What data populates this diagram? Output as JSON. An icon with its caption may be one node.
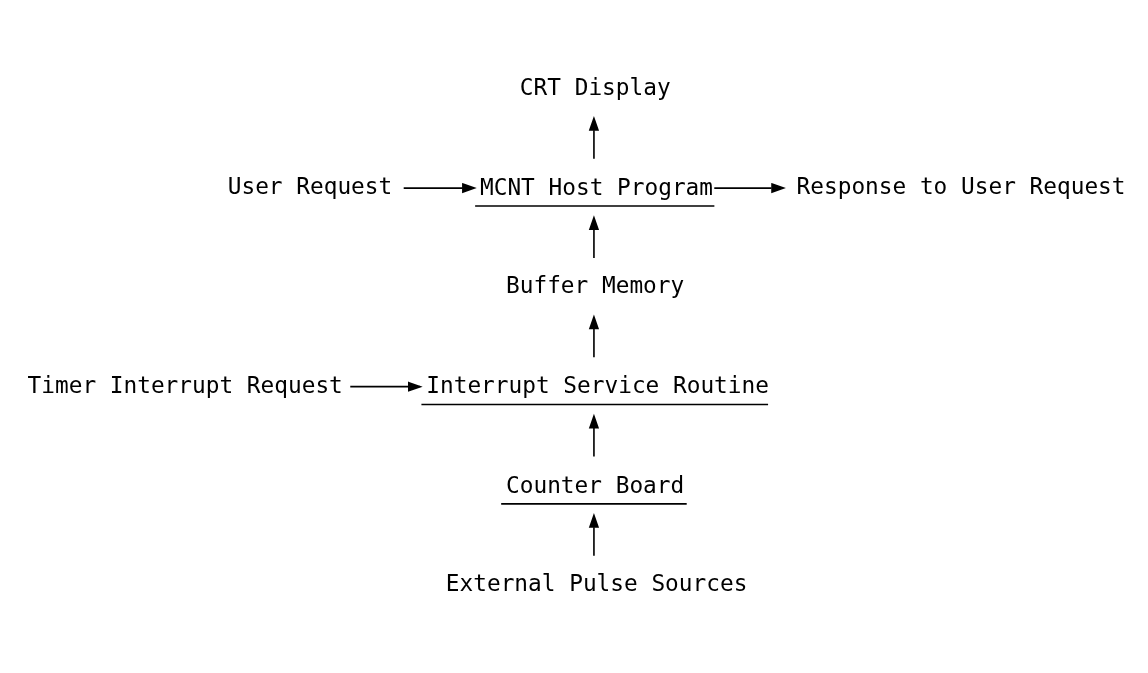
{
  "diagram": {
    "nodes": [
      {
        "text": [
          "CRT Display"
        ]
      },
      {
        "text": [
          "User Request"
        ]
      },
      {
        "text": [
          "MCNT Host Program"
        ]
      },
      {
        "text": [
          "Response to User Request"
        ]
      },
      {
        "text": [
          "Buffer Memory"
        ]
      },
      {
        "text": [
          "Interrupt Service Routine"
        ]
      },
      {
        "text": [
          "Timer Interrupt Request"
        ]
      },
      {
        "text": [
          "Counter Board"
        ]
      },
      {
        "text": [
          "External Pulse Sources"
        ]
      }
    ],
    "edges": [
      {
        "from": 2,
        "to": 0,
        "arrow": "to"
      },
      {
        "from": 1,
        "to": 2,
        "arrow": "to"
      },
      {
        "from": 2,
        "to": 3,
        "arrow": "to"
      },
      {
        "from": 4,
        "to": 2,
        "arrow": "to"
      },
      {
        "from": 5,
        "to": 4,
        "arrow": "to"
      },
      {
        "from": 6,
        "to": 5,
        "arrow": "to"
      },
      {
        "from": 7,
        "to": 5,
        "arrow": "to"
      },
      {
        "from": 8,
        "to": 7,
        "arrow": "to"
      }
    ]
  }
}
